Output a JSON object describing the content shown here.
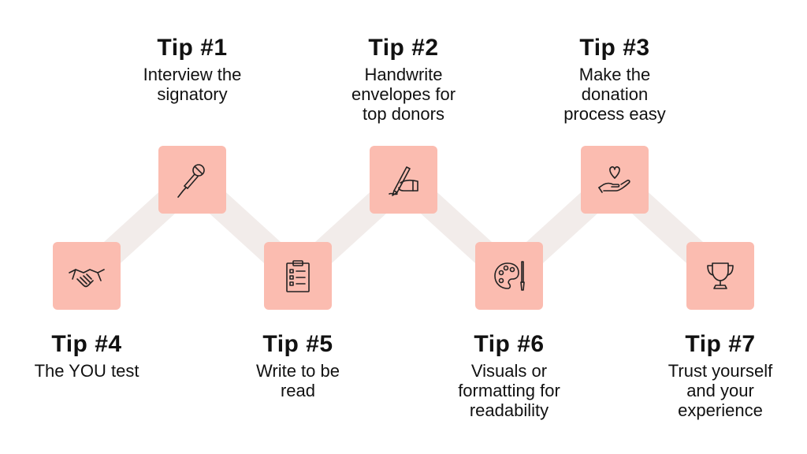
{
  "colors": {
    "tile": "#fbbcb0",
    "connector": "#f2ecea",
    "text": "#111111"
  },
  "tips": [
    {
      "title": "Tip #1",
      "desc": [
        "Interview the",
        "signatory"
      ],
      "icon": "microphone-icon"
    },
    {
      "title": "Tip #2",
      "desc": [
        "Handwrite",
        "envelopes for",
        "top donors"
      ],
      "icon": "hand-writing-icon"
    },
    {
      "title": "Tip #3",
      "desc": [
        "Make the",
        "donation",
        "process easy"
      ],
      "icon": "hand-heart-icon"
    },
    {
      "title": "Tip #4",
      "desc": [
        "The YOU test"
      ],
      "icon": "handshake-icon"
    },
    {
      "title": "Tip #5",
      "desc": [
        "Write to be",
        "read"
      ],
      "icon": "clipboard-checklist-icon"
    },
    {
      "title": "Tip #6",
      "desc": [
        "Visuals or",
        "formatting for",
        "readability"
      ],
      "icon": "palette-icon"
    },
    {
      "title": "Tip #7",
      "desc": [
        "Trust yourself",
        "and your",
        "experience"
      ],
      "icon": "trophy-icon"
    }
  ]
}
